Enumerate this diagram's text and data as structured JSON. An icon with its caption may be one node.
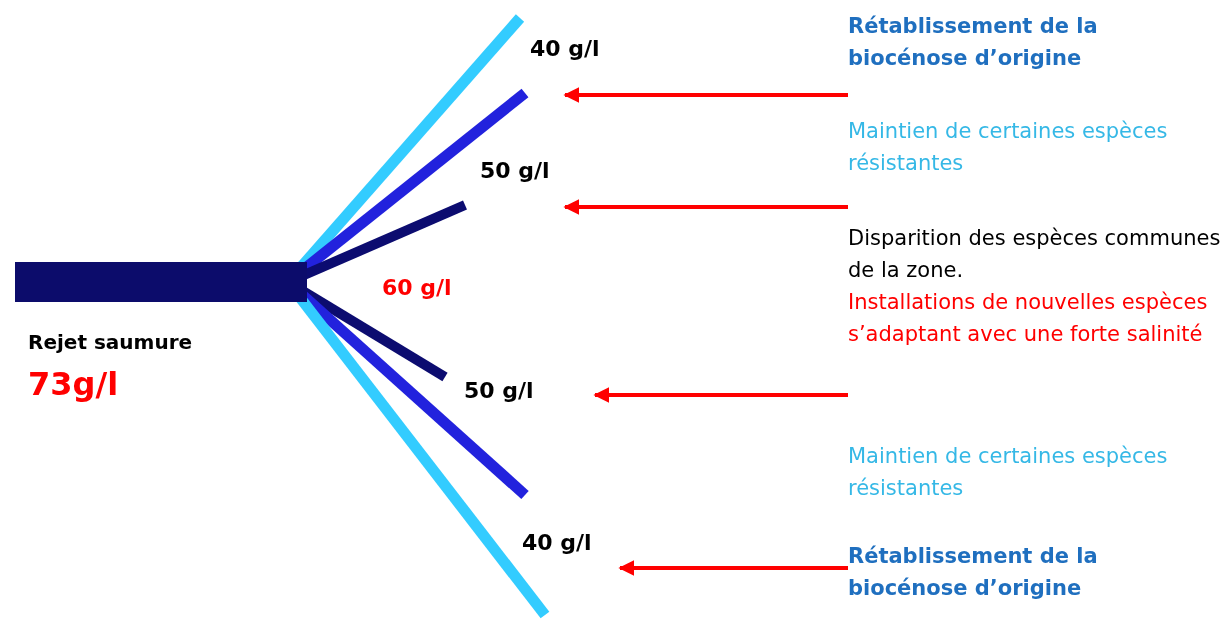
{
  "diagram": {
    "nodes": [
      {
        "text": [
          "Rétablissement de la biocénose d’origine"
        ]
      },
      {
        "text": [
          "Maintien de certaines espèces résistantes"
        ]
      },
      {
        "text": [
          "Disparition des espèces communes de la zone.",
          "Installations de nouvelles espèces s’adaptant avec une forte salinité"
        ]
      },
      {
        "text": [
          "Maintien de certaines espèces résistantes"
        ]
      },
      {
        "text": [
          "Rétablissement de la biocénose d’origine"
        ]
      }
    ],
    "edges": [
      {
        "from": 0,
        "to": null,
        "arrow": "to"
      },
      {
        "from": 1,
        "to": null,
        "arrow": "to"
      },
      {
        "from": 2,
        "to": null,
        "arrow": "to"
      },
      {
        "from": 4,
        "to": null,
        "arrow": "to"
      }
    ],
    "labels": [
      "40 g/l",
      "50 g/l",
      "60 g/l",
      "Rejet saumure",
      "73g/l",
      "50 g/l",
      "40 g/l"
    ]
  }
}
